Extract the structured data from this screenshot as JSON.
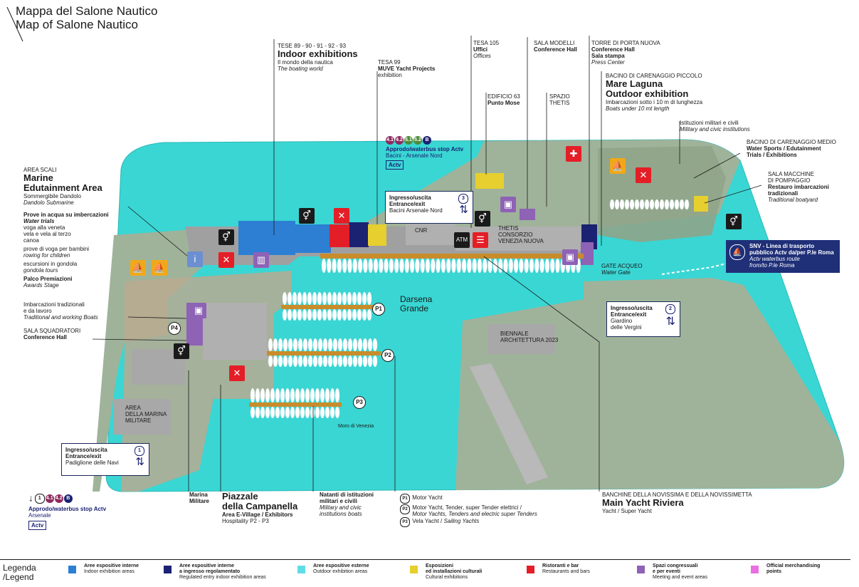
{
  "title": {
    "it": "Mappa del Salone Nautico",
    "en": "Map of Salone Nautico"
  },
  "colors": {
    "water": "#39d6d4",
    "land": "#9fb39a",
    "indoor": "#2d7fd3",
    "indoor_regulated": "#1b2272",
    "outdoor": "#5fdde6",
    "culture": "#e6cf2f",
    "restaurant": "#e41e26",
    "meeting": "#8e62b5",
    "merch": "#ea6fe0"
  },
  "labels": {
    "tese": {
      "head": "TESE 89 - 90 - 91 - 92 - 93",
      "title": "Indoor exhibitions",
      "sub_it": "Il mondo della nautica",
      "sub_en": "The boating world"
    },
    "tesa99": {
      "head": "TESA 99",
      "title": "MUVE Yacht Projects",
      "sub": "exhibition"
    },
    "tesa105": {
      "head": "TESA 105",
      "title": "Uffici",
      "sub": "Offices"
    },
    "sala_modelli": {
      "head": "SALA MODELLI",
      "title": "Conference Hall"
    },
    "torre": {
      "head": "TORRE DI PORTA NUOVA",
      "title": "Conference Hall",
      "sub_it": "Sala stampa",
      "sub_en": "Press Center"
    },
    "edificio63": {
      "head": "EDIFICIO 63",
      "title": "Punto Mose"
    },
    "spazio_thetis": {
      "head": "SPAZIO",
      "title": "THETIS"
    },
    "bacino_piccolo": {
      "head": "BACINO DI CARENAGGIO PICCOLO",
      "title1": "Mare Laguna",
      "title2": "Outdoor exhibition",
      "sub_it": "Imbarcazioni sotto i 10 m di lunghezza",
      "sub_en": "Boats under 10 mt length"
    },
    "istituzioni": {
      "it": "Istituzioni militari e civili",
      "en": "Military and civic institutions"
    },
    "bacino_medio": {
      "head": "BACINO DI CARENAGGIO MEDIO",
      "title1": "Water Sports / Edutainment",
      "title2": "Trials / Exhibitions"
    },
    "sala_macchine": {
      "head1": "SALA MACCHINE",
      "head2": "DI POMPAGGIO",
      "title1": "Restauro imbarcazioni",
      "title2": "tradizionali",
      "sub": "Traditional boatyard"
    },
    "approdo_nord": {
      "title": "Approdo/waterbus stop Actv",
      "sub": "Bacini - Arsenale Nord",
      "badges": [
        "4.1",
        "4.2",
        "5.1",
        "5.2",
        "B"
      ],
      "actv": "Actv"
    },
    "area_scali": {
      "head": "AREA SCALI",
      "title1": "Marine",
      "title2": "Edutainment Area",
      "sub_it": "Sommergibile Dandolo",
      "sub_en": "Dandolo Submarine"
    },
    "prove": {
      "h_it": "Prove in acqua su imbercazioni",
      "h_en": "Water trials",
      "l1": "voga alla veneta",
      "l2": "vela e vela al terzo",
      "l3": "canoa",
      "l4": "prove di voga per bambini",
      "l5": "rowing for children",
      "l6": "escursioni in gondola",
      "l7": "gondola tours",
      "l8": "Palco Premiazioni",
      "l9": "Awards Stage"
    },
    "imbarcazioni": {
      "it1": "Imbarcazioni tradizionali",
      "it2": "e da lavoro",
      "en": "Traditional and working Boats"
    },
    "sala_squadratori": {
      "head": "SALA SQUADRATORI",
      "title": "Conference Hall"
    },
    "area_marina": {
      "l1": "AREA",
      "l2": "DELLA MARINA",
      "l3": "MILITARE"
    },
    "entrance1": {
      "it": "Ingresso/uscita",
      "en": "Entrance/exit",
      "place": "Padiglione delle Navi",
      "num": "1"
    },
    "entrance2": {
      "it": "Ingresso/uscita",
      "en": "Entrance/exit",
      "place1": "Giardino",
      "place2": "delle Vergini",
      "num": "2"
    },
    "entrance3": {
      "it": "Ingresso/uscita",
      "en": "Entrance/exit",
      "place": "Bacini Arsenale Nord",
      "num": "3"
    },
    "cnr": "CNR",
    "thetis_cons": {
      "l1": "THETIS",
      "l2": "CONSORZIO",
      "l3": "VENEZIA NUOVA"
    },
    "gate": {
      "it": "GATE ACQUEO",
      "en": "Water Gate"
    },
    "darsena": {
      "l1": "Darsena",
      "l2": "Grande"
    },
    "biennale": {
      "l1": "BIENNALE",
      "l2": "ARCHITETTURA 2023"
    },
    "moro": "Moro di Venezia",
    "snv": {
      "l1": "SNV - Linea di trasporto",
      "l2": "pubblico Actv da/per P.le Roma",
      "l3": "Actv waterbus route",
      "l4": "from/to P.le Roma"
    },
    "approdo_sud": {
      "title": "Approdo/waterbus stop Actv",
      "sub": "Arsenale",
      "badges": [
        "1",
        "4.1",
        "4.2",
        "B"
      ],
      "actv": "Actv"
    },
    "marina_militare": {
      "l1": "Marina",
      "l2": "Militare"
    },
    "piazzale": {
      "l1": "Piazzale",
      "l2": "della Campanella",
      "l3": "Area E-Village / Exhibitors",
      "l4": "Hospitality P2 - P3"
    },
    "natanti": {
      "l1": "Natanti di istituzioni",
      "l2": "militari e civili",
      "l3": "Military and civic",
      "l4": "institutions boats"
    },
    "pkey": {
      "p1": "Motor Yacht",
      "p2a": "Motor Yacht, Tender, super Tender elettrici /",
      "p2b": "Motor Yachts, Tenders and electric super Tenders",
      "p3a": "Vela Yacht /",
      "p3b": "Sailing Yachts"
    },
    "banchine": {
      "head": "BANCHINE DELLA NOVISSIMA E DELLA NOVISSIMETTA",
      "title": "Main Yacht Riviera",
      "sub": "Yacht / Super Yacht"
    },
    "pins": [
      "P1",
      "P2",
      "P3",
      "P4"
    ]
  },
  "legend": {
    "title_it": "Legenda",
    "title_en": "/Legend",
    "items": [
      {
        "it": "Aree espositive interne",
        "en": "Indoor exhibition areas",
        "color": "#2d7fd3"
      },
      {
        "it": "Aree espositive interne",
        "it2": "a ingresso regolamentato",
        "en": "Regulated entry indoor exhibition areas",
        "color": "#1b2272"
      },
      {
        "it": "Aree espositive esterne",
        "en": "Outdoor exhibition areas",
        "color": "#5fdde6"
      },
      {
        "it": "Esposizioni",
        "it2": "ed installazioni culturali",
        "en": "Cultural exhibitions",
        "color": "#e6cf2f"
      },
      {
        "it": "Ristoranti e bar",
        "en": "Restaurants and bars",
        "color": "#e41e26"
      },
      {
        "it": "Spazi congressuali",
        "it2": "e per eventi",
        "en": "Meeting and event areas",
        "color": "#8e62b5"
      },
      {
        "it": "Official merchandising",
        "it2": "points",
        "en": "",
        "color": "#ea6fe0"
      }
    ]
  }
}
